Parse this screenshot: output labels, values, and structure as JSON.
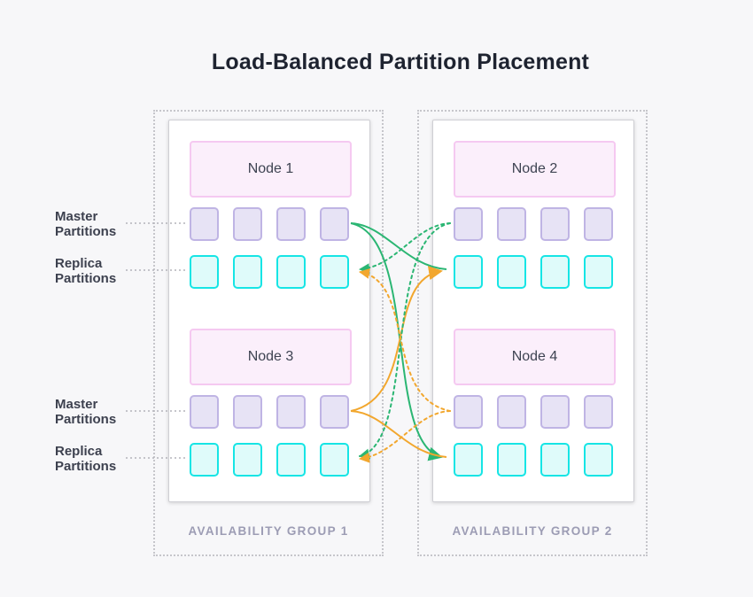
{
  "title": "Load-Balanced Partition Placement",
  "colors": {
    "green": "#2bb673",
    "orange": "#f2a72e",
    "master_fill": "#e7e3f5",
    "master_border": "#bfb4e4",
    "replica_fill": "#dffbfa",
    "replica_border": "#16e5e5",
    "node_header_fill": "#fbeffb",
    "node_header_border": "#f5c9f1",
    "leader": "#b3b3ba"
  },
  "groups": [
    {
      "label": "AVAILABILITY GROUP 1",
      "nodes": [
        {
          "label": "Node 1"
        },
        {
          "label": "Node 3"
        }
      ]
    },
    {
      "label": "AVAILABILITY GROUP 2",
      "nodes": [
        {
          "label": "Node 2"
        },
        {
          "label": "Node 4"
        }
      ]
    }
  ],
  "side_labels": [
    {
      "text": "Master Partitions"
    },
    {
      "text": "Replica Partitions"
    },
    {
      "text": "Master Partitions"
    },
    {
      "text": "Replica Partitions"
    }
  ],
  "partitions_per_row": 4,
  "connections": [
    {
      "from": "Node 1 master partitions",
      "to": "Node 2 replica partitions",
      "style": "solid",
      "color": "green"
    },
    {
      "from": "Node 1 master partitions",
      "to": "Node 4 replica partitions",
      "style": "solid",
      "color": "green"
    },
    {
      "from": "Node 3 master partitions",
      "to": "Node 2 replica partitions",
      "style": "solid",
      "color": "orange"
    },
    {
      "from": "Node 3 master partitions",
      "to": "Node 4 replica partitions",
      "style": "solid",
      "color": "orange"
    },
    {
      "from": "Node 2 master partitions",
      "to": "Node 1 replica partitions",
      "style": "dotted",
      "color": "green"
    },
    {
      "from": "Node 2 master partitions",
      "to": "Node 3 replica partitions",
      "style": "dotted",
      "color": "green"
    },
    {
      "from": "Node 4 master partitions",
      "to": "Node 1 replica partitions",
      "style": "dotted",
      "color": "orange"
    },
    {
      "from": "Node 4 master partitions",
      "to": "Node 3 replica partitions",
      "style": "dotted",
      "color": "orange"
    }
  ]
}
